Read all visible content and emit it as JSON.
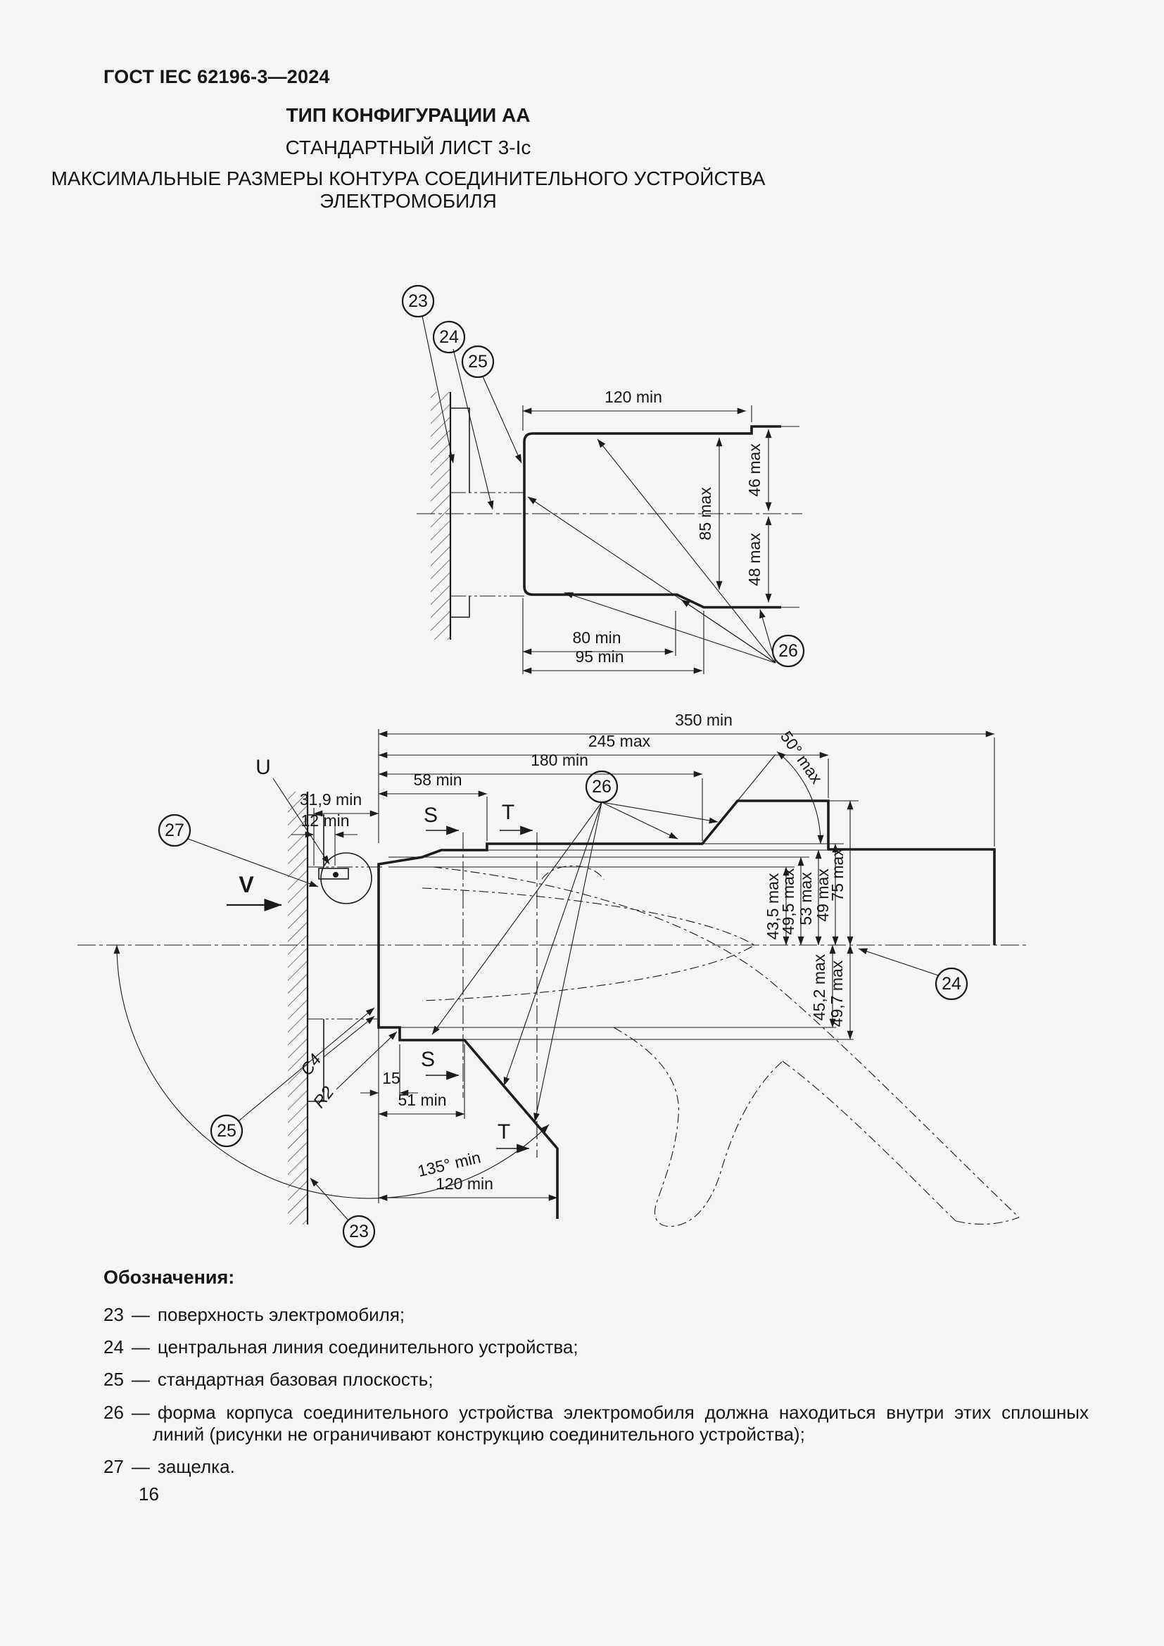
{
  "page": {
    "header": "ГОСТ IEC 62196-3—2024",
    "page_number": "16"
  },
  "titles": {
    "line1": "ТИП КОНФИГУРАЦИИ АА",
    "line2": "СТАНДАРТНЫЙ ЛИСТ 3-Ic",
    "line3": "МАКСИМАЛЬНЫЕ РАЗМЕРЫ КОНТУРА СОЕДИНИТЕЛЬНОГО УСТРОЙСТВА ЭЛЕКТРОМОБИЛЯ"
  },
  "figure1": {
    "dims": {
      "d120": "120 min",
      "d85": "85 max",
      "d46": "46 max",
      "d48": "48 max",
      "d80": "80 min",
      "d95": "95 min"
    },
    "balloons": {
      "b23": "23",
      "b24": "24",
      "b25": "25",
      "b26": "26"
    }
  },
  "figure2": {
    "dims": {
      "d350": "350 min",
      "d245": "245 max",
      "d180": "180 min",
      "d58": "58 min",
      "d319": "31,9 min",
      "d12": "12 min",
      "d50": "50° max",
      "d435": "43,5 max",
      "d495": "49,5 max",
      "d53": "53 max",
      "d49": "49 max",
      "d75": "75 max",
      "d452": "45,2 max",
      "d497": "49,7 max",
      "d15": "15",
      "d51": "51 min",
      "d135": "135° min",
      "d120": "120 min",
      "c4": "C4",
      "r2": "R2"
    },
    "labels": {
      "u": "U",
      "v": "V",
      "s": "S",
      "t": "T"
    },
    "balloons": {
      "b23": "23",
      "b24": "24",
      "b25": "25",
      "b26": "26",
      "b27": "27"
    }
  },
  "legend": {
    "heading": "Обозначения:",
    "items": [
      {
        "num": "23",
        "sep": "—",
        "text": "поверхность электромобиля;"
      },
      {
        "num": "24",
        "sep": "—",
        "text": "центральная линия соединительного устройства;"
      },
      {
        "num": "25",
        "sep": "—",
        "text": "стандартная базовая плоскость;"
      },
      {
        "num": "26",
        "sep": "—",
        "text": "форма корпуса соединительного устройства электромобиля должна находиться внутри этих сплошных линий (рисунки не ограничивают конструкцию соединительного устройства);"
      },
      {
        "num": "27",
        "sep": "—",
        "text": "защелка."
      }
    ]
  }
}
